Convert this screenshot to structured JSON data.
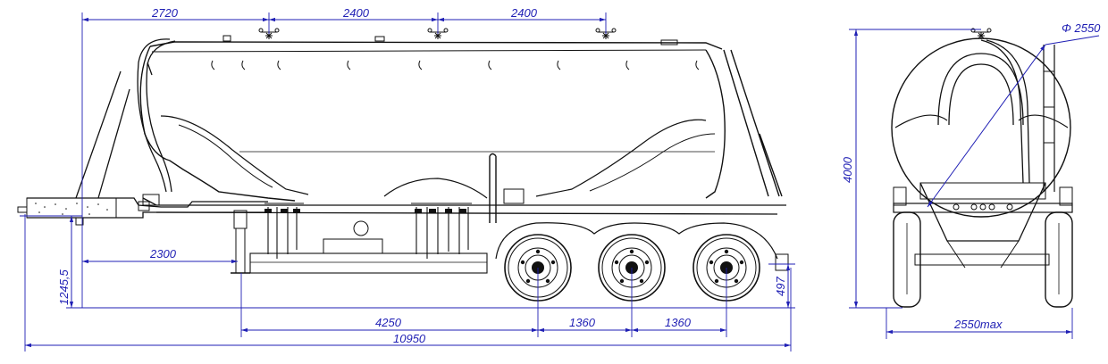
{
  "colors": {
    "dimension": "#1f1fb4",
    "outline": "#111111",
    "background": "#ffffff"
  },
  "dimensions": {
    "top_2720": "2720",
    "top_2400a": "2400",
    "top_2400b": "2400",
    "left_2300": "2300",
    "vert_1245": "1245,5",
    "vert_497": "497",
    "bot_4250": "4250",
    "bot_1360a": "1360",
    "bot_1360b": "1360",
    "bot_10950": "10950",
    "rear_4000": "4000",
    "rear_width": "2550max",
    "rear_diameter": "Φ 2550"
  }
}
